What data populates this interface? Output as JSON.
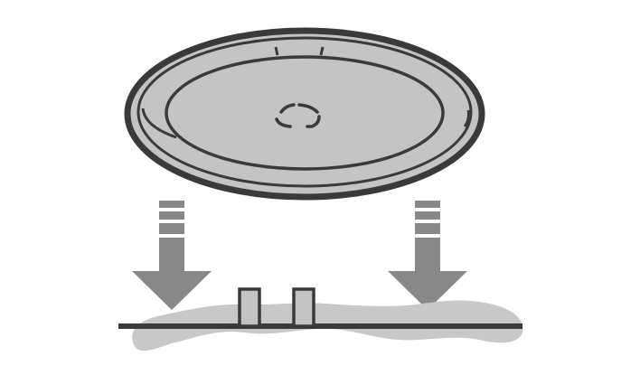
{
  "illustration": {
    "subject": "turntable-placement",
    "colors": {
      "background": "#ffffff",
      "outline": "#3a3a3a",
      "plate_fill": "#c4c4c4",
      "arrow_fill": "#888888",
      "shadow_fill": "#c8c8c8",
      "base_line": "#3a3a3a"
    },
    "parts": [
      "glass-turntable-plate",
      "down-arrow-left",
      "down-arrow-right",
      "roller-ring-base",
      "drive-coupler"
    ]
  }
}
